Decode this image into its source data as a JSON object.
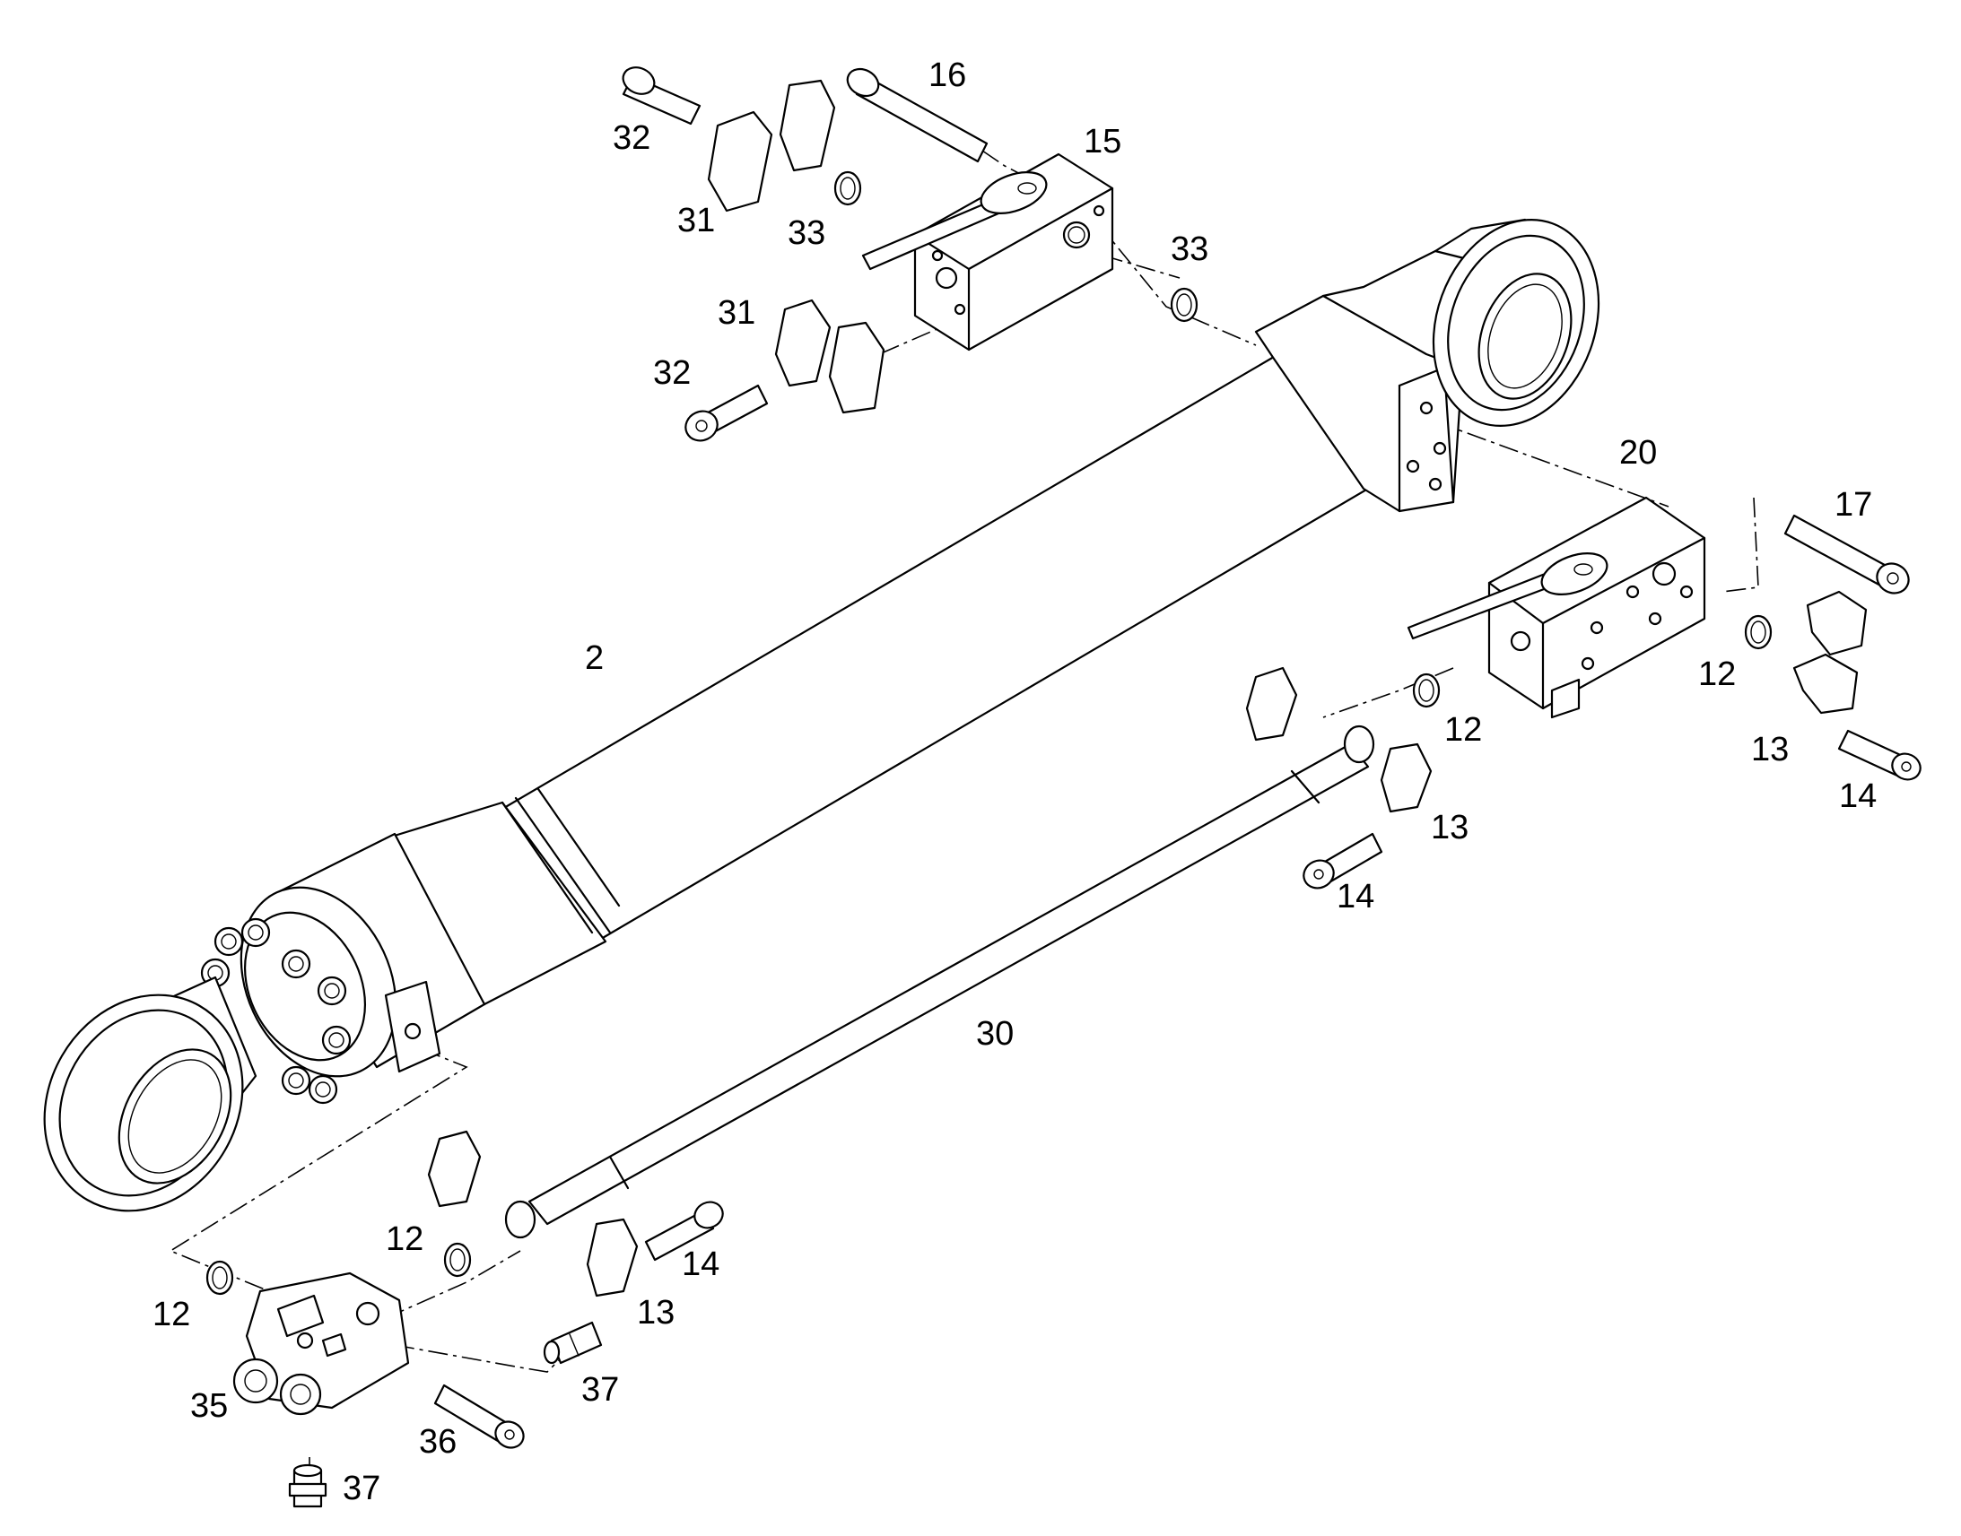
{
  "callouts": {
    "c2": "2",
    "c12a": "12",
    "c12b": "12",
    "c12c": "12",
    "c12d": "12",
    "c13a": "13",
    "c13b": "13",
    "c13c": "13",
    "c14a": "14",
    "c14b": "14",
    "c14c": "14",
    "c15": "15",
    "c16": "16",
    "c17": "17",
    "c20": "20",
    "c30": "30",
    "c31a": "31",
    "c31b": "31",
    "c32a": "32",
    "c32b": "32",
    "c33a": "33",
    "c33b": "33",
    "c35": "35",
    "c36": "36",
    "c37a": "37",
    "c37b": "37"
  }
}
